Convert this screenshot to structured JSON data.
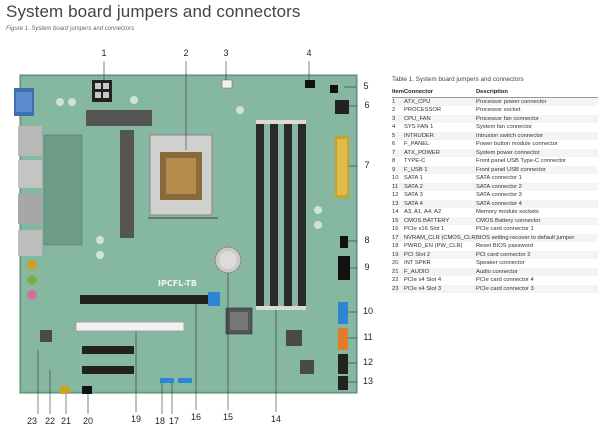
{
  "header": {
    "title": "System board jumpers and connectors",
    "figure_caption": "Figure 1. System board jumpers and connectors"
  },
  "board": {
    "silkscreen": "IPCFL-TB",
    "callouts": [
      "1",
      "2",
      "3",
      "4",
      "5",
      "6",
      "7",
      "8",
      "9",
      "10",
      "11",
      "12",
      "13",
      "14",
      "15",
      "16",
      "17",
      "18",
      "19",
      "20",
      "21",
      "22",
      "23"
    ]
  },
  "table": {
    "caption": "Table 1. System board jumpers and connectors",
    "headers": {
      "item": "Item",
      "connector": "Connector",
      "description": "Description"
    },
    "rows": [
      {
        "item": "1",
        "connector": "ATX_CPU",
        "description": "Processor power connector"
      },
      {
        "item": "2",
        "connector": "PROCESSOR",
        "description": "Processor socket"
      },
      {
        "item": "3",
        "connector": "CPU_FAN",
        "description": "Processor fan connector"
      },
      {
        "item": "4",
        "connector": "SYS FAN 1",
        "description": "System fan connector"
      },
      {
        "item": "5",
        "connector": "INTRUDER",
        "description": "Intrusion switch connector"
      },
      {
        "item": "6",
        "connector": "F_PANEL",
        "description": "Power button module connector"
      },
      {
        "item": "7",
        "connector": "ATX_POWER",
        "description": "System power connector"
      },
      {
        "item": "8",
        "connector": "TYPE-C",
        "description": "Front panel USB Type-C connector"
      },
      {
        "item": "9",
        "connector": "F_USB 1",
        "description": "Front panel USB connector"
      },
      {
        "item": "10",
        "connector": "SATA 1",
        "description": "SATA connector 1"
      },
      {
        "item": "11",
        "connector": "SATA 2",
        "description": "SATA connector 2"
      },
      {
        "item": "12",
        "connector": "SATA 3",
        "description": "SATA connector 3"
      },
      {
        "item": "13",
        "connector": "SATA 4",
        "description": "SATA connector 4"
      },
      {
        "item": "14",
        "connector": "A3, A1, A4, A2",
        "description": "Memory module sockets"
      },
      {
        "item": "15",
        "connector": "CMOS BATTERY",
        "description": "CMOS Battery connector"
      },
      {
        "item": "16",
        "connector": "PCIe x16 Slot 1",
        "description": "PCIe card connector 1"
      },
      {
        "item": "17",
        "connector": "NVRAM_CLR (CMOS_CLR)",
        "description": "BIOS setting recover to default jumper"
      },
      {
        "item": "18",
        "connector": "PWRD_EN (PW_CLR)",
        "description": "Reset BIOS password"
      },
      {
        "item": "19",
        "connector": "PCI Slot 2",
        "description": "PCI card connector 2"
      },
      {
        "item": "20",
        "connector": "INT SPKR",
        "description": "Speaker connector"
      },
      {
        "item": "21",
        "connector": "F_AUDIO",
        "description": "Audio connector"
      },
      {
        "item": "22",
        "connector": "PCIe x4 Slot 4",
        "description": "PCIe card connector 4"
      },
      {
        "item": "23",
        "connector": "PCIe x4 Slot 3",
        "description": "PCIe card connector 3"
      }
    ]
  }
}
